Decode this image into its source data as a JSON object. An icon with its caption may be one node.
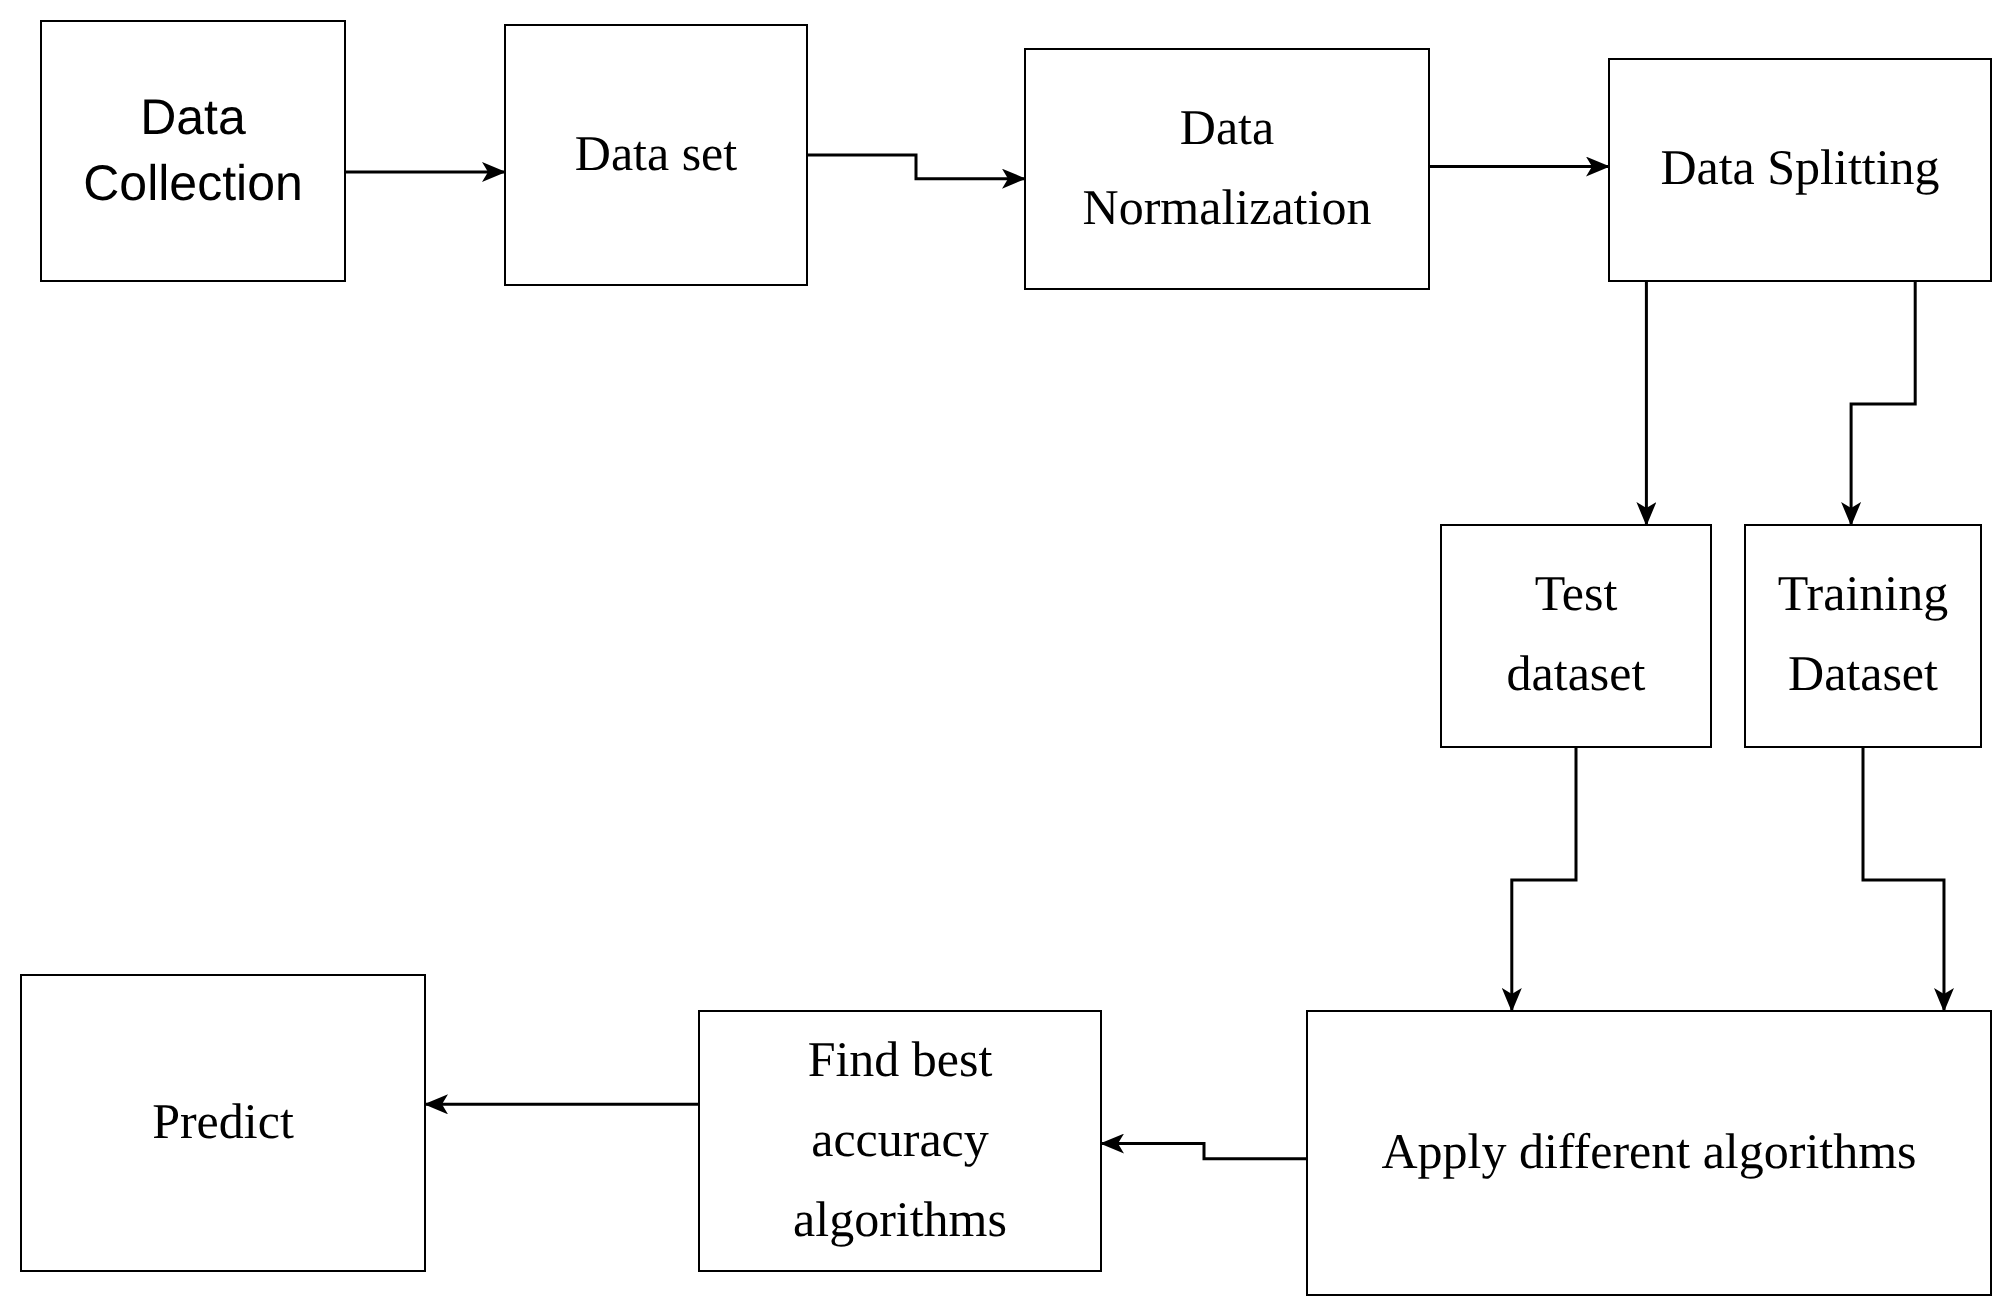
{
  "diagram": {
    "nodes": [
      {
        "text": [
          "Data Collection"
        ]
      },
      {
        "text": [
          "Data set"
        ]
      },
      {
        "text": [
          "Data Normalization"
        ]
      },
      {
        "text": [
          "Data Splitting"
        ]
      },
      {
        "text": [
          "Test dataset"
        ]
      },
      {
        "text": [
          "Training Dataset"
        ]
      },
      {
        "text": [
          "Apply different algorithms"
        ]
      },
      {
        "text": [
          "Find best accuracy algorithms"
        ]
      },
      {
        "text": [
          "Predict"
        ]
      }
    ],
    "edges": [
      {
        "from": 0,
        "to": 1,
        "arrow": "to"
      },
      {
        "from": 1,
        "to": 2,
        "arrow": "to"
      },
      {
        "from": 2,
        "to": 3,
        "arrow": "to"
      },
      {
        "from": 3,
        "to": 4,
        "arrow": "to"
      },
      {
        "from": 3,
        "to": 5,
        "arrow": "to"
      },
      {
        "from": 4,
        "to": 6,
        "arrow": "to"
      },
      {
        "from": 5,
        "to": 6,
        "arrow": "to"
      },
      {
        "from": 6,
        "to": 7,
        "arrow": "to"
      },
      {
        "from": 7,
        "to": 8,
        "arrow": "to"
      }
    ]
  }
}
